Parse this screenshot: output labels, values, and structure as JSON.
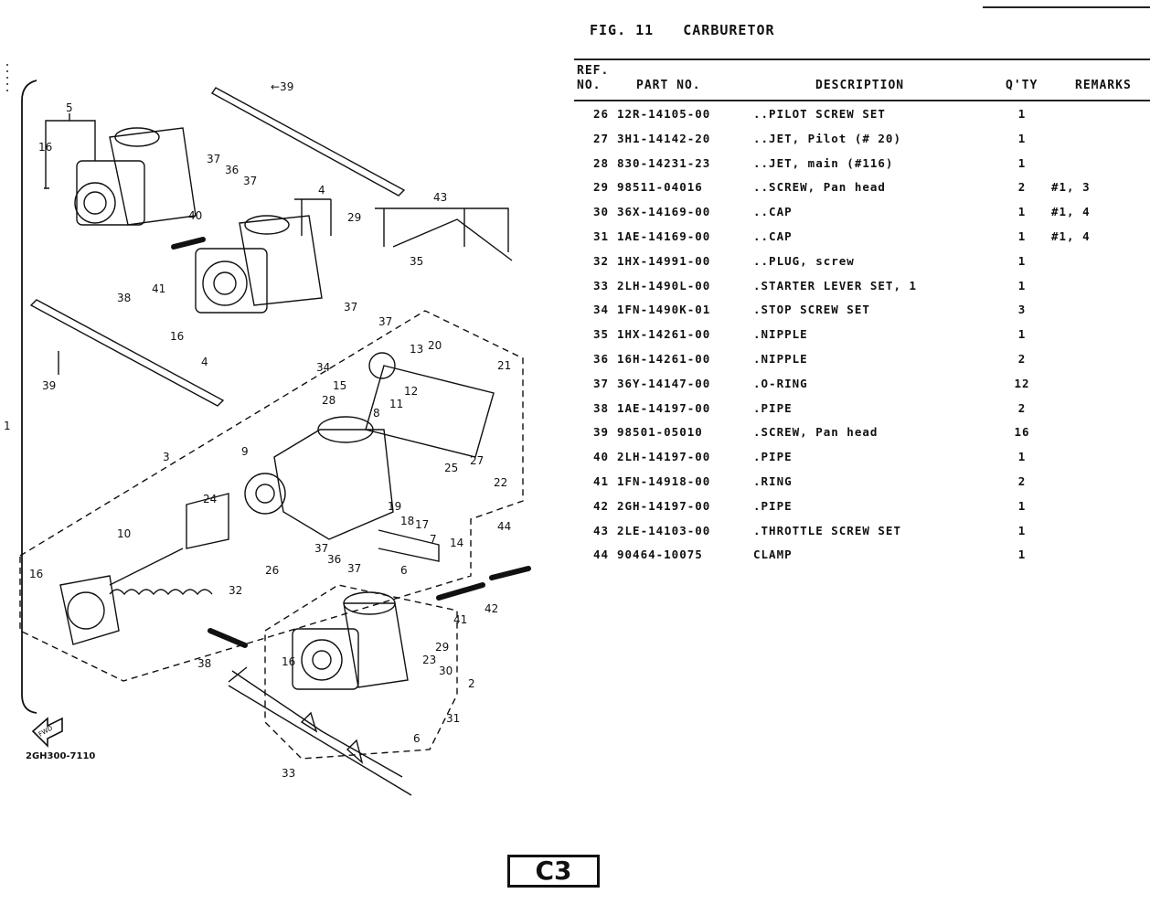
{
  "figure": {
    "label": "FIG. 11",
    "title": "CARBURETOR"
  },
  "table": {
    "headers": {
      "ref_line1": "REF.",
      "ref_line2": "NO.",
      "part_no": "PART NO.",
      "description": "DESCRIPTION",
      "qty": "Q'TY",
      "remarks": "REMARKS"
    },
    "rows": [
      {
        "ref": "26",
        "part": "12R-14105-00",
        "desc": "..PILOT SCREW SET",
        "qty": "1",
        "remarks": ""
      },
      {
        "ref": "27",
        "part": "3H1-14142-20",
        "desc": "..JET, Pilot (# 20)",
        "qty": "1",
        "remarks": ""
      },
      {
        "ref": "28",
        "part": "830-14231-23",
        "desc": "..JET, main (#116)",
        "qty": "1",
        "remarks": ""
      },
      {
        "ref": "29",
        "part": "98511-04016",
        "desc": "..SCREW, Pan head",
        "qty": "2",
        "remarks": "#1, 3"
      },
      {
        "ref": "30",
        "part": "36X-14169-00",
        "desc": "..CAP",
        "qty": "1",
        "remarks": "#1, 4"
      },
      {
        "ref": "31",
        "part": "1AE-14169-00",
        "desc": "..CAP",
        "qty": "1",
        "remarks": "#1, 4"
      },
      {
        "ref": "32",
        "part": "1HX-14991-00",
        "desc": "..PLUG, screw",
        "qty": "1",
        "remarks": ""
      },
      {
        "ref": "33",
        "part": "2LH-1490L-00",
        "desc": ".STARTER LEVER SET, 1",
        "qty": "1",
        "remarks": ""
      },
      {
        "ref": "34",
        "part": "1FN-1490K-01",
        "desc": ".STOP SCREW SET",
        "qty": "3",
        "remarks": ""
      },
      {
        "ref": "35",
        "part": "1HX-14261-00",
        "desc": ".NIPPLE",
        "qty": "1",
        "remarks": ""
      },
      {
        "ref": "36",
        "part": "16H-14261-00",
        "desc": ".NIPPLE",
        "qty": "2",
        "remarks": ""
      },
      {
        "ref": "37",
        "part": "36Y-14147-00",
        "desc": ".O-RING",
        "qty": "12",
        "remarks": ""
      },
      {
        "ref": "38",
        "part": "1AE-14197-00",
        "desc": ".PIPE",
        "qty": "2",
        "remarks": ""
      },
      {
        "ref": "39",
        "part": "98501-05010",
        "desc": ".SCREW, Pan head",
        "qty": "16",
        "remarks": ""
      },
      {
        "ref": "40",
        "part": "2LH-14197-00",
        "desc": ".PIPE",
        "qty": "1",
        "remarks": ""
      },
      {
        "ref": "41",
        "part": "1FN-14918-00",
        "desc": ".RING",
        "qty": "2",
        "remarks": ""
      },
      {
        "ref": "42",
        "part": "2GH-14197-00",
        "desc": ".PIPE",
        "qty": "1",
        "remarks": ""
      },
      {
        "ref": "43",
        "part": "2LE-14103-00",
        "desc": ".THROTTLE SCREW SET",
        "qty": "1",
        "remarks": ""
      },
      {
        "ref": "44",
        "part": "90464-10075",
        "desc": "CLAMP",
        "qty": "1",
        "remarks": ""
      }
    ]
  },
  "diagram": {
    "code": "2GH300-7110",
    "fwd_label": "FWD",
    "callouts": [
      "39",
      "5",
      "16",
      "37",
      "36",
      "37",
      "4",
      "29",
      "43",
      "40",
      "38",
      "41",
      "16",
      "4",
      "35",
      "37",
      "37",
      "34",
      "39",
      "1",
      "13",
      "20",
      "15",
      "21",
      "28",
      "11",
      "12",
      "8",
      "3",
      "9",
      "27",
      "25",
      "22",
      "24",
      "19",
      "18",
      "17",
      "7",
      "14",
      "10",
      "16",
      "37",
      "36",
      "37",
      "26",
      "6",
      "44",
      "32",
      "41",
      "42",
      "29",
      "38",
      "16",
      "23",
      "30",
      "2",
      "31",
      "6",
      "33"
    ]
  },
  "page": {
    "number": "C3"
  }
}
